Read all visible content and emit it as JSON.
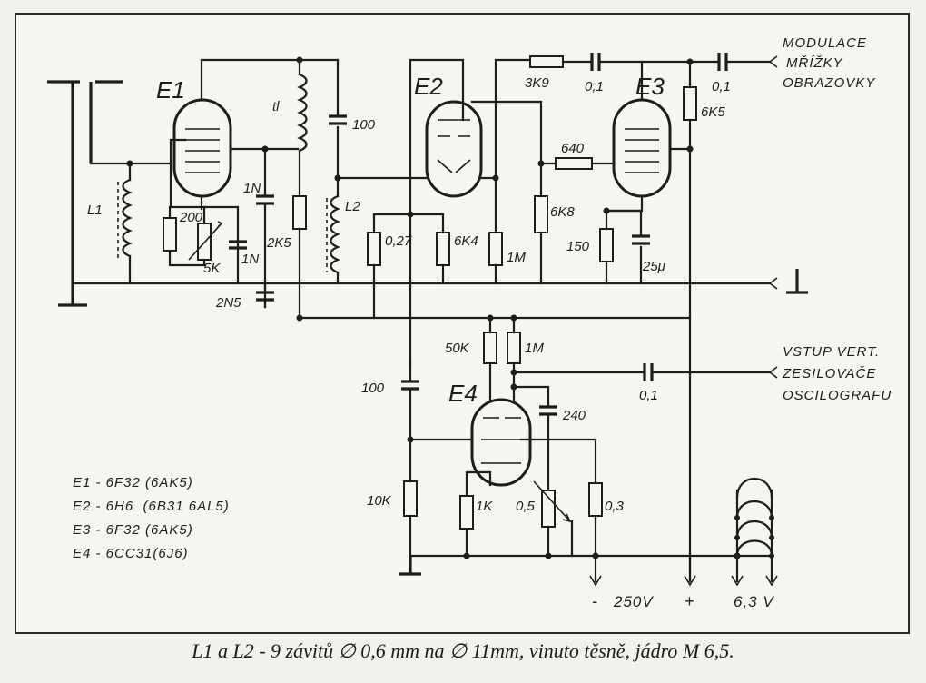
{
  "tubes": {
    "e1": "E1",
    "e2": "E2",
    "e3": "E3",
    "e4": "E4"
  },
  "components": {
    "r_3k9": "3K9",
    "c_01_a": "0,1",
    "c_01_b": "0,1",
    "c_01_c": "0,1",
    "r_6k5": "6K5",
    "c_100_top": "100",
    "c_100_left": "100",
    "coil_tl": "tl",
    "coil_l1": "L1",
    "coil_l2": "L2",
    "r_200": "200",
    "pot_5k": "5K",
    "c_1n_a": "1N",
    "c_1n_b": "1N",
    "r_2k5": "2K5",
    "c_2n5": "2N5",
    "r_027": "0,27",
    "r_6k4": "6K4",
    "r_1m_a": "1M",
    "r_640": "640",
    "r_6k8": "6K8",
    "r_150": "150",
    "c_25u": "25μ",
    "r_50k": "50K",
    "r_1m_b": "1M",
    "c_240": "240",
    "r_10k": "10K",
    "r_1k": "1K",
    "pot_05": "0,5",
    "r_03": "0,3"
  },
  "terminals": {
    "modulation": [
      "MODULACE",
      "MŘÍŽKY",
      "OBRAZOVKY"
    ],
    "input": [
      "VSTUP VERT.",
      "ZESILOVAČE",
      "OSCILOGRAFU"
    ],
    "supply_minus": "-",
    "supply_voltage": "250V",
    "supply_plus": "+",
    "heater": "6,3 V"
  },
  "tube_list": [
    "E1 - 6F32 (6AK5)",
    "E2 - 6H6  (6B31 6AL5)",
    "E3 - 6F32 (6AK5)",
    "E4 - 6CC31(6J6)"
  ],
  "caption": "L1 a L2 - 9 závitů ∅ 0,6 mm na ∅ 11mm, vinuto těsně, jádro M 6,5."
}
